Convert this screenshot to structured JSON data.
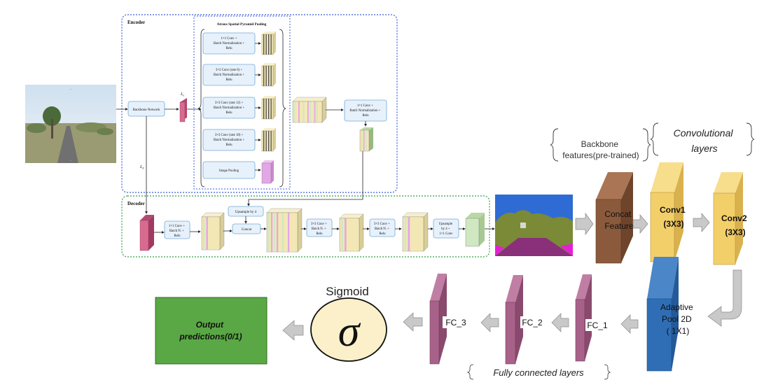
{
  "encoder": {
    "title": "Encoder",
    "aspp_title": "Atrous Spatial Pyramid Pooling",
    "backbone": "Backbone Network",
    "le_label": "L",
    "le_sub": "e",
    "ld_label": "L",
    "ld_sub": "d",
    "aspp_blocks": [
      {
        "lines": [
          "1×1 Conv +",
          "Batch Normalization +",
          "Relu"
        ]
      },
      {
        "lines": [
          "3×3 Conv (rate 6) +",
          "Batch Normalization +",
          "Relu"
        ]
      },
      {
        "lines": [
          "3×3 Conv (rate 12) +",
          "Batch Normalization +",
          "Relu"
        ]
      },
      {
        "lines": [
          "3×3 Conv (rate 18) +",
          "Batch Normalization +",
          "Relu"
        ]
      },
      {
        "lines": [
          "Image Pooling"
        ]
      }
    ],
    "post_conv": [
      "1×1 Conv +",
      "Batch Normalization +",
      "Relu"
    ]
  },
  "input_image": {
    "caption_top": "...",
    "caption_bottom": "..."
  },
  "decoder": {
    "title": "Decoder",
    "conv1": [
      "1×1 Conv +",
      "Batch N. +",
      "Relu"
    ],
    "upsample4": "Upsample by 4",
    "concat": "Concat",
    "conv3a": [
      "3×3 Conv +",
      "Batch N. +",
      "Relu"
    ],
    "conv3b": [
      "3×3 Conv +",
      "Batch N. +",
      "Relu"
    ],
    "upsample_final": [
      "Upsample",
      "by 4 +",
      "1×1 Conv"
    ]
  },
  "classifier": {
    "backbone_brace": [
      "Backbone",
      "features(pre-trained)"
    ],
    "conv_brace": [
      "Convolutional",
      "layers"
    ],
    "concat_feature": [
      "Concat",
      "Feature"
    ],
    "conv1": [
      "Conv1",
      "(3X3)"
    ],
    "conv2": [
      "Conv2",
      "(3X3)"
    ],
    "adaptive_pool": [
      "Adaptive",
      "Pool 2D",
      "( 1X1)"
    ],
    "fc1": "FC_1",
    "fc2": "FC_2",
    "fc3": "FC_3",
    "fc_brace": "Fully connected layers",
    "sigmoid_title": "Sigmoid",
    "sigma": "σ",
    "output": [
      "Output",
      "predictions(0/1)"
    ]
  },
  "colors": {
    "encoder_border": "#3b5bdb",
    "decoder_border": "#2f9e44",
    "block_fill": "#e7f1fb",
    "block_stroke": "#74a9d8",
    "feature_yellow": "#f3e7b5",
    "feature_pink": "#d96a8f",
    "feature_violet": "#e3a6e6",
    "feature_green": "#cfe8c2",
    "concat_brown": "#8b5a3c",
    "conv_yellow": "#f3cf6a",
    "pool_blue": "#2f6eb5",
    "fc_mauve": "#a8628a",
    "output_green": "#5aa845",
    "sigmoid_fill": "#fbf0c9",
    "arrow_gray": "#c9c9c9"
  }
}
